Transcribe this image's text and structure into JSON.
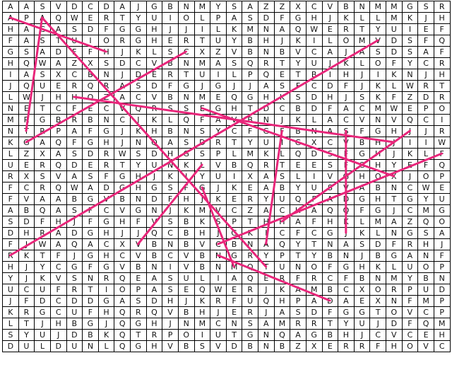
{
  "puzzle": {
    "stroke_color": "#e8267a",
    "grid": [
      "AASVDCDAJGBNMYSAZZXCVBNMMGSR",
      "APAQWERTYUIOLPASDFGHJKLLMKJH",
      "HACASDFGGHJJILKMNAQWERTYUIEF",
      "FASTUIORGHERTUYBHJKILOMVDSFQ",
      "GSADFFHJKLSCXZVBNBVCAJASDSAF",
      "HQWAZXSDCVBNMASQRTYUJKLOFYCR",
      "IASXCBNJDERTUILPQETBIHJIKNJH",
      "JQUERQRASDFGJGJJASFCDFJKLWRT",
      "LWJHHQZACVBNMEQGHKSDHJSKFZDR",
      "NETCFECVQRSSEGHTDCBDFACMWEPO",
      "MRGBRBNCJKLQFAVBNJKLACVNVQCI",
      "NTRPAFGJKHBNSYCFGFBNASFGHJJR",
      "KGAQFGHJNQASDRTYUIGXCVBHJIIW",
      "LZXASDRWSDHGSPLMKLQDSFGHJKLF",
      "UERQDERTYUNKLVBQRTEESFGHYEFQ",
      "RXSVASFGHJKIYUIXASLIVGHQXJOP",
      "FCRQWADGHGSFGJKEABYUSVABNCWE",
      "FVAABGVBNDFHJKERYUQFADGHTGYU",
      "ABQASFCVGNJKMVCZACHAQQFGJCMG",
      "SDFHJFGHFVSBKSPTHHAFHKLMAZQO",
      "DHRADGHJJQCBHJGKICFCGJKLNGSA",
      "FJWAQACXVBNBVCBNAQYTNASDFRHJ",
      "RKTFJGHCVBCVBNGRYPTYBNJBGANF",
      "HJYCGFGVBNIVBNMQTUNOFGHKLUOP",
      "YJKVSNRQEASULIAQERFRCFBNMYBN",
      "UCUFRTIOPASEQWERJKAMBCXORPUD",
      "JFDCDDGASDHJKRFUQHPADAEXNFMP",
      "KRGCUFHQRQVBHJERJASDFGGTOVCP",
      "LTJHBGJQGHJNMCNSAMRRTYUJDFQM",
      "SYUJDBKQTRPOIUTGNQAGBHJCVCEH",
      "DULDUNLQGHVBSVDBNBZXERRFHOVC"
    ],
    "strokes": [
      {
        "from": [
          1,
          0
        ],
        "to": [
          4,
          6
        ]
      },
      {
        "from": [
          12,
          1
        ],
        "to": [
          4,
          11
        ]
      },
      {
        "from": [
          11,
          1
        ],
        "to": [
          1,
          2
        ]
      },
      {
        "from": [
          23,
          16
        ],
        "to": [
          1,
          2
        ]
      },
      {
        "from": [
          16,
          12
        ],
        "to": [
          23,
          14
        ]
      },
      {
        "from": [
          8,
          4
        ],
        "to": [
          12,
          24
        ]
      },
      {
        "from": [
          9,
          12
        ],
        "to": [
          15,
          24
        ]
      },
      {
        "from": [
          11,
          17
        ],
        "to": [
          21,
          16
        ]
      },
      {
        "from": [
          11,
          21
        ],
        "to": [
          20,
          21
        ]
      },
      {
        "from": [
          14,
          12
        ],
        "to": [
          21,
          8
        ]
      },
      {
        "from": [
          3,
          23
        ],
        "to": [
          22,
          0
        ]
      },
      {
        "from": [
          19,
          17
        ],
        "to": [
          11,
          25
        ]
      },
      {
        "from": [
          21,
          13
        ],
        "to": [
          13,
          27
        ]
      },
      {
        "from": [
          22,
          13
        ],
        "to": [
          26,
          20
        ]
      },
      {
        "from": [
          13,
          28
        ],
        "to": [
          13,
          28
        ]
      }
    ]
  }
}
